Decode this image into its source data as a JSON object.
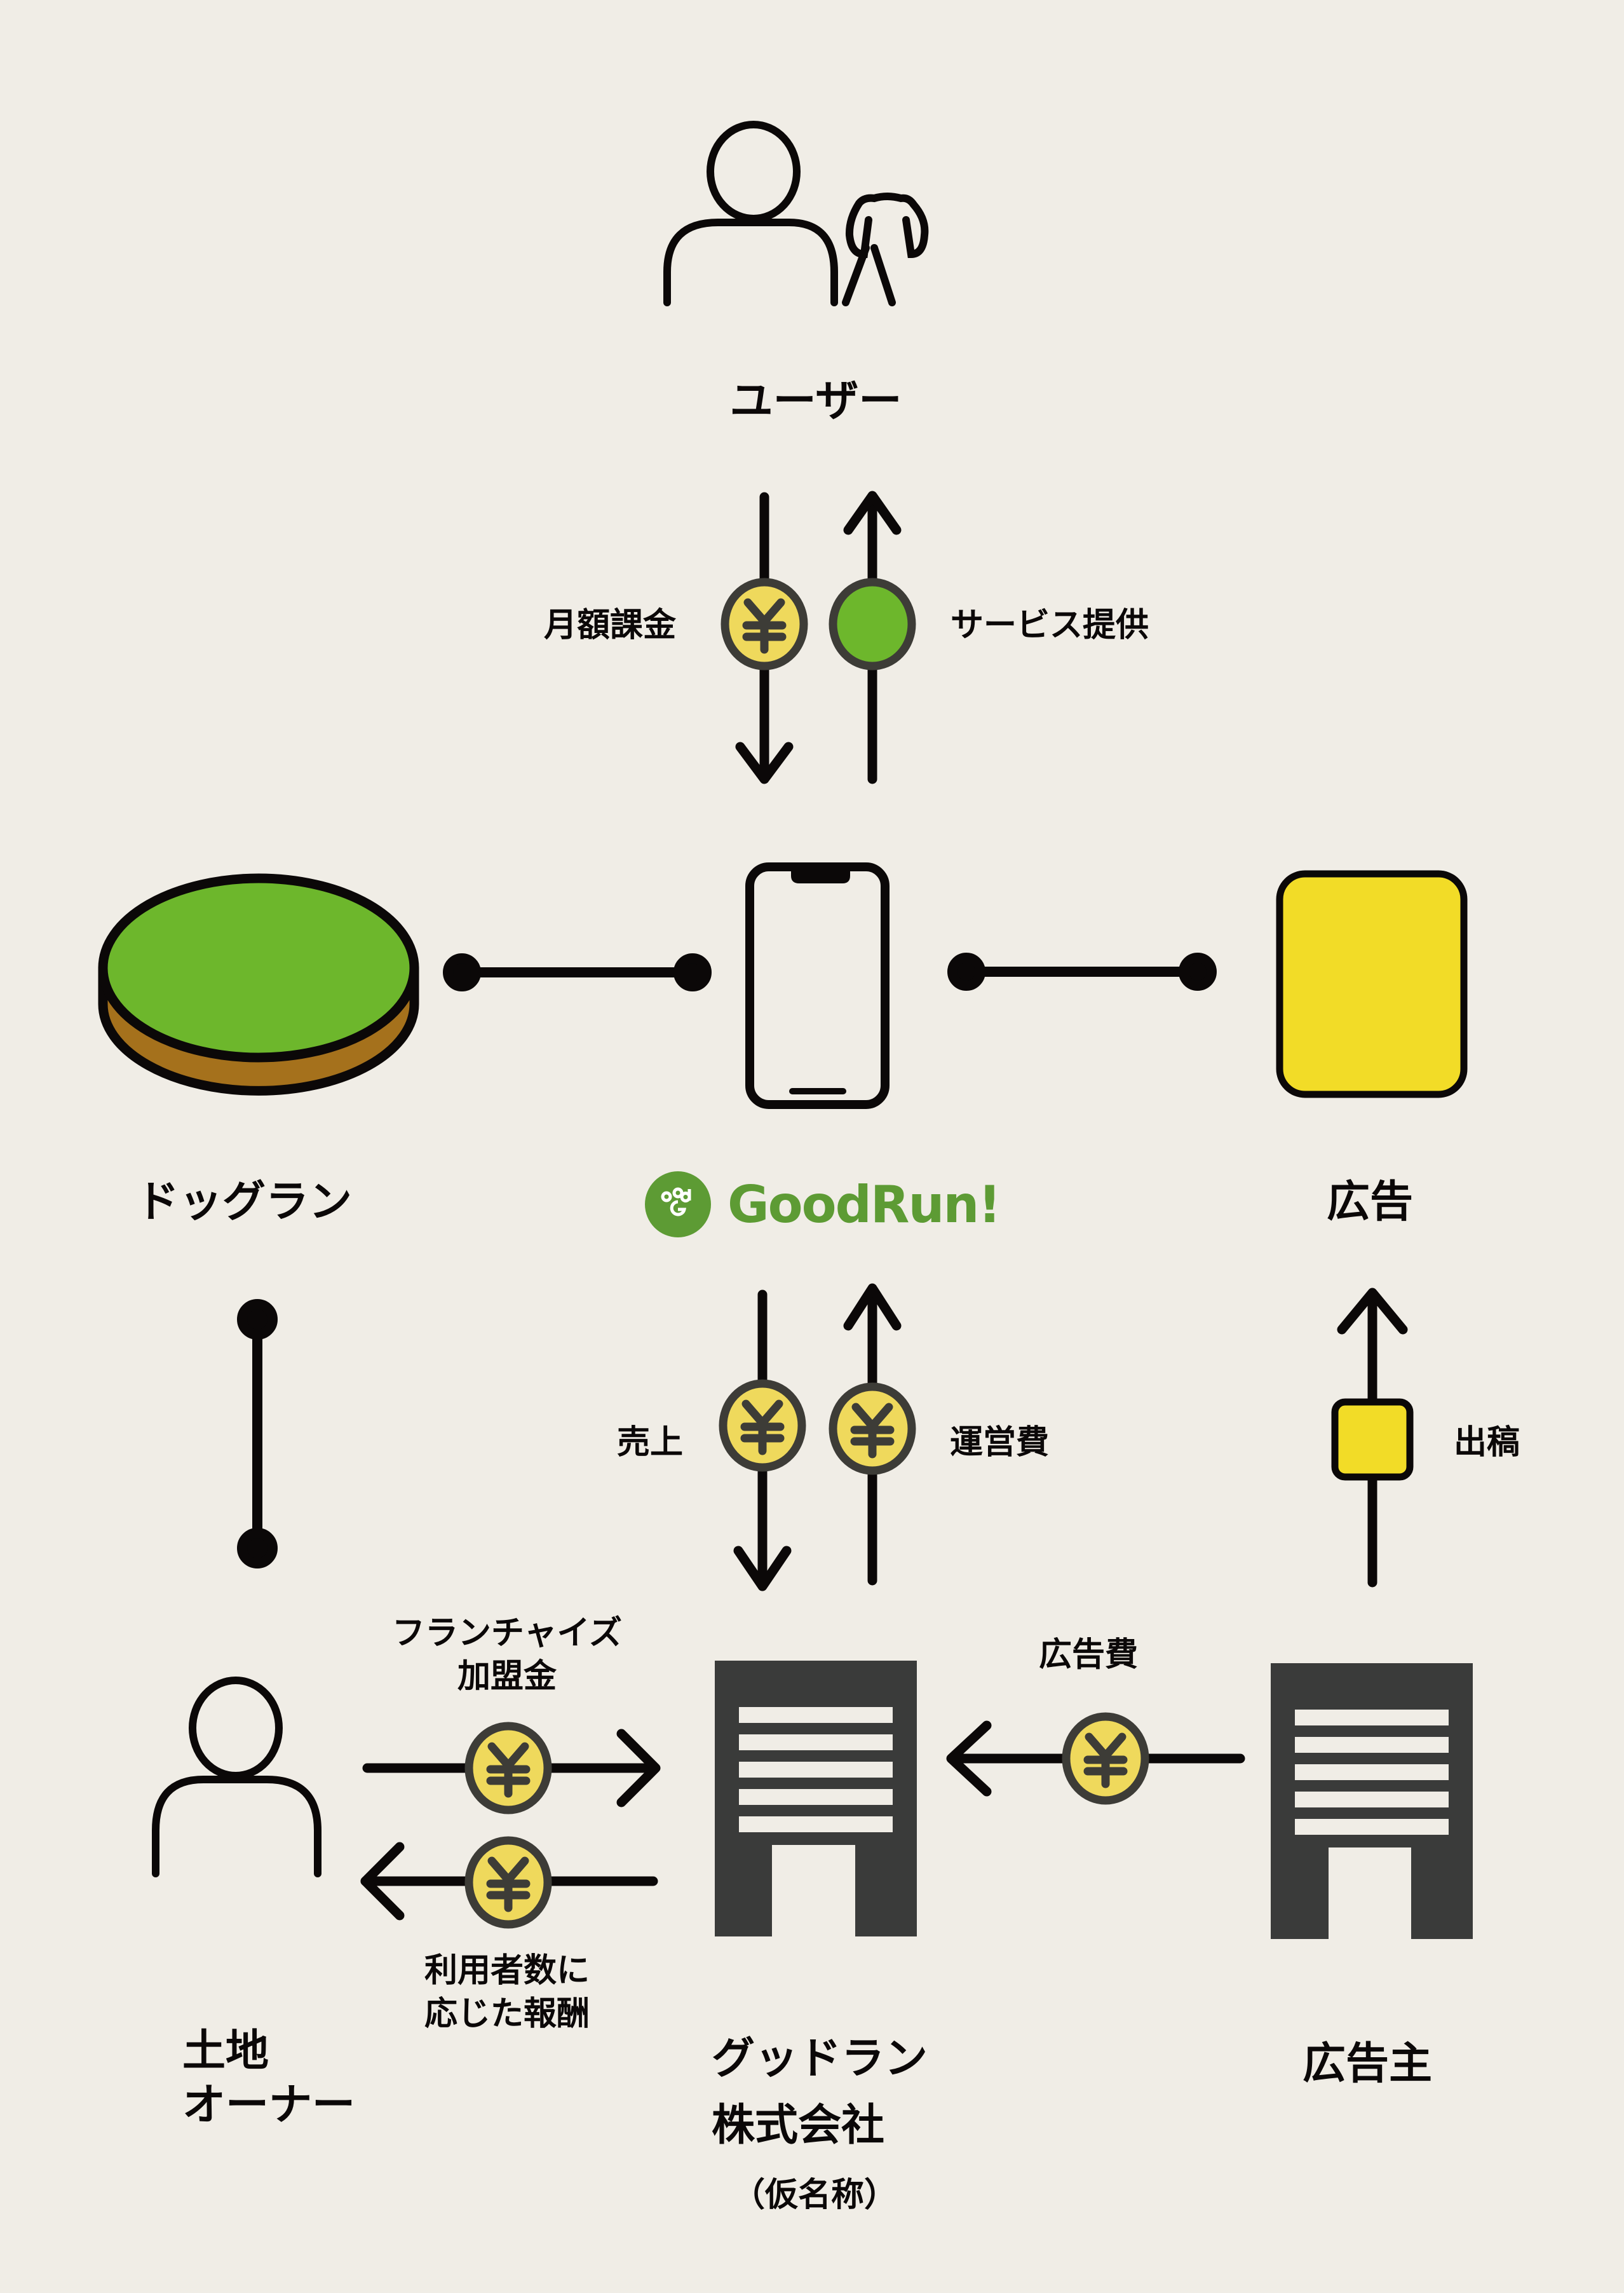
{
  "colors": {
    "background": "#f0ede6",
    "ink": "#0b0808",
    "coin_fill": "#efd95c",
    "coin_stroke": "#3d3c37",
    "grass": "#6db72c",
    "soil": "#a5711c",
    "ad_yellow": "#f2dc27",
    "building": "#3a3b3a",
    "brand_green": "#5d9b34"
  },
  "nodes": {
    "user": {
      "label": "ユーザー",
      "icon": "person-with-dog-icon"
    },
    "app": {
      "brand": "GoodRun!",
      "icon": "smartphone-icon",
      "logo_icon": "paw-logo-icon"
    },
    "dogrun": {
      "label": "ドッグラン",
      "icon": "dog-run-field-icon"
    },
    "ad": {
      "label": "広告",
      "icon": "ad-card-icon"
    },
    "landowner": {
      "label_line1": "土地",
      "label_line2": "オーナー",
      "icon": "person-icon"
    },
    "company": {
      "label_line1": "グッドラン",
      "label_line2": "株式会社",
      "note": "（仮名称）",
      "icon": "building-icon"
    },
    "advertiser": {
      "label": "広告主",
      "icon": "building-icon"
    }
  },
  "flows": {
    "monthly_fee": {
      "label": "月額課金",
      "from": "ユーザー",
      "to": "GoodRun!",
      "token": "yen-coin-icon"
    },
    "service": {
      "label": "サービス提供",
      "from": "GoodRun!",
      "to": "ユーザー",
      "token": "green-dot-icon"
    },
    "sales": {
      "label": "売上",
      "from": "GoodRun!",
      "to": "グッドラン株式会社",
      "token": "yen-coin-icon"
    },
    "operating_cost": {
      "label": "運営費",
      "from": "グッドラン株式会社",
      "to": "GoodRun!",
      "token": "yen-coin-icon"
    },
    "placement": {
      "label": "出稿",
      "from": "広告主",
      "to": "広告",
      "token": "yellow-square-icon"
    },
    "ad_fee": {
      "label": "広告費",
      "from": "広告主",
      "to": "グッドラン株式会社",
      "token": "yen-coin-icon"
    },
    "franchise_fee": {
      "label_line1": "フランチャイズ",
      "label_line2": "加盟金",
      "from": "土地オーナー",
      "to": "グッドラン株式会社",
      "token": "yen-coin-icon"
    },
    "reward": {
      "label_line1": "利用者数に",
      "label_line2": "応じた報酬",
      "from": "グッドラン株式会社",
      "to": "土地オーナー",
      "token": "yen-coin-icon"
    }
  },
  "yen_symbol": "¥"
}
